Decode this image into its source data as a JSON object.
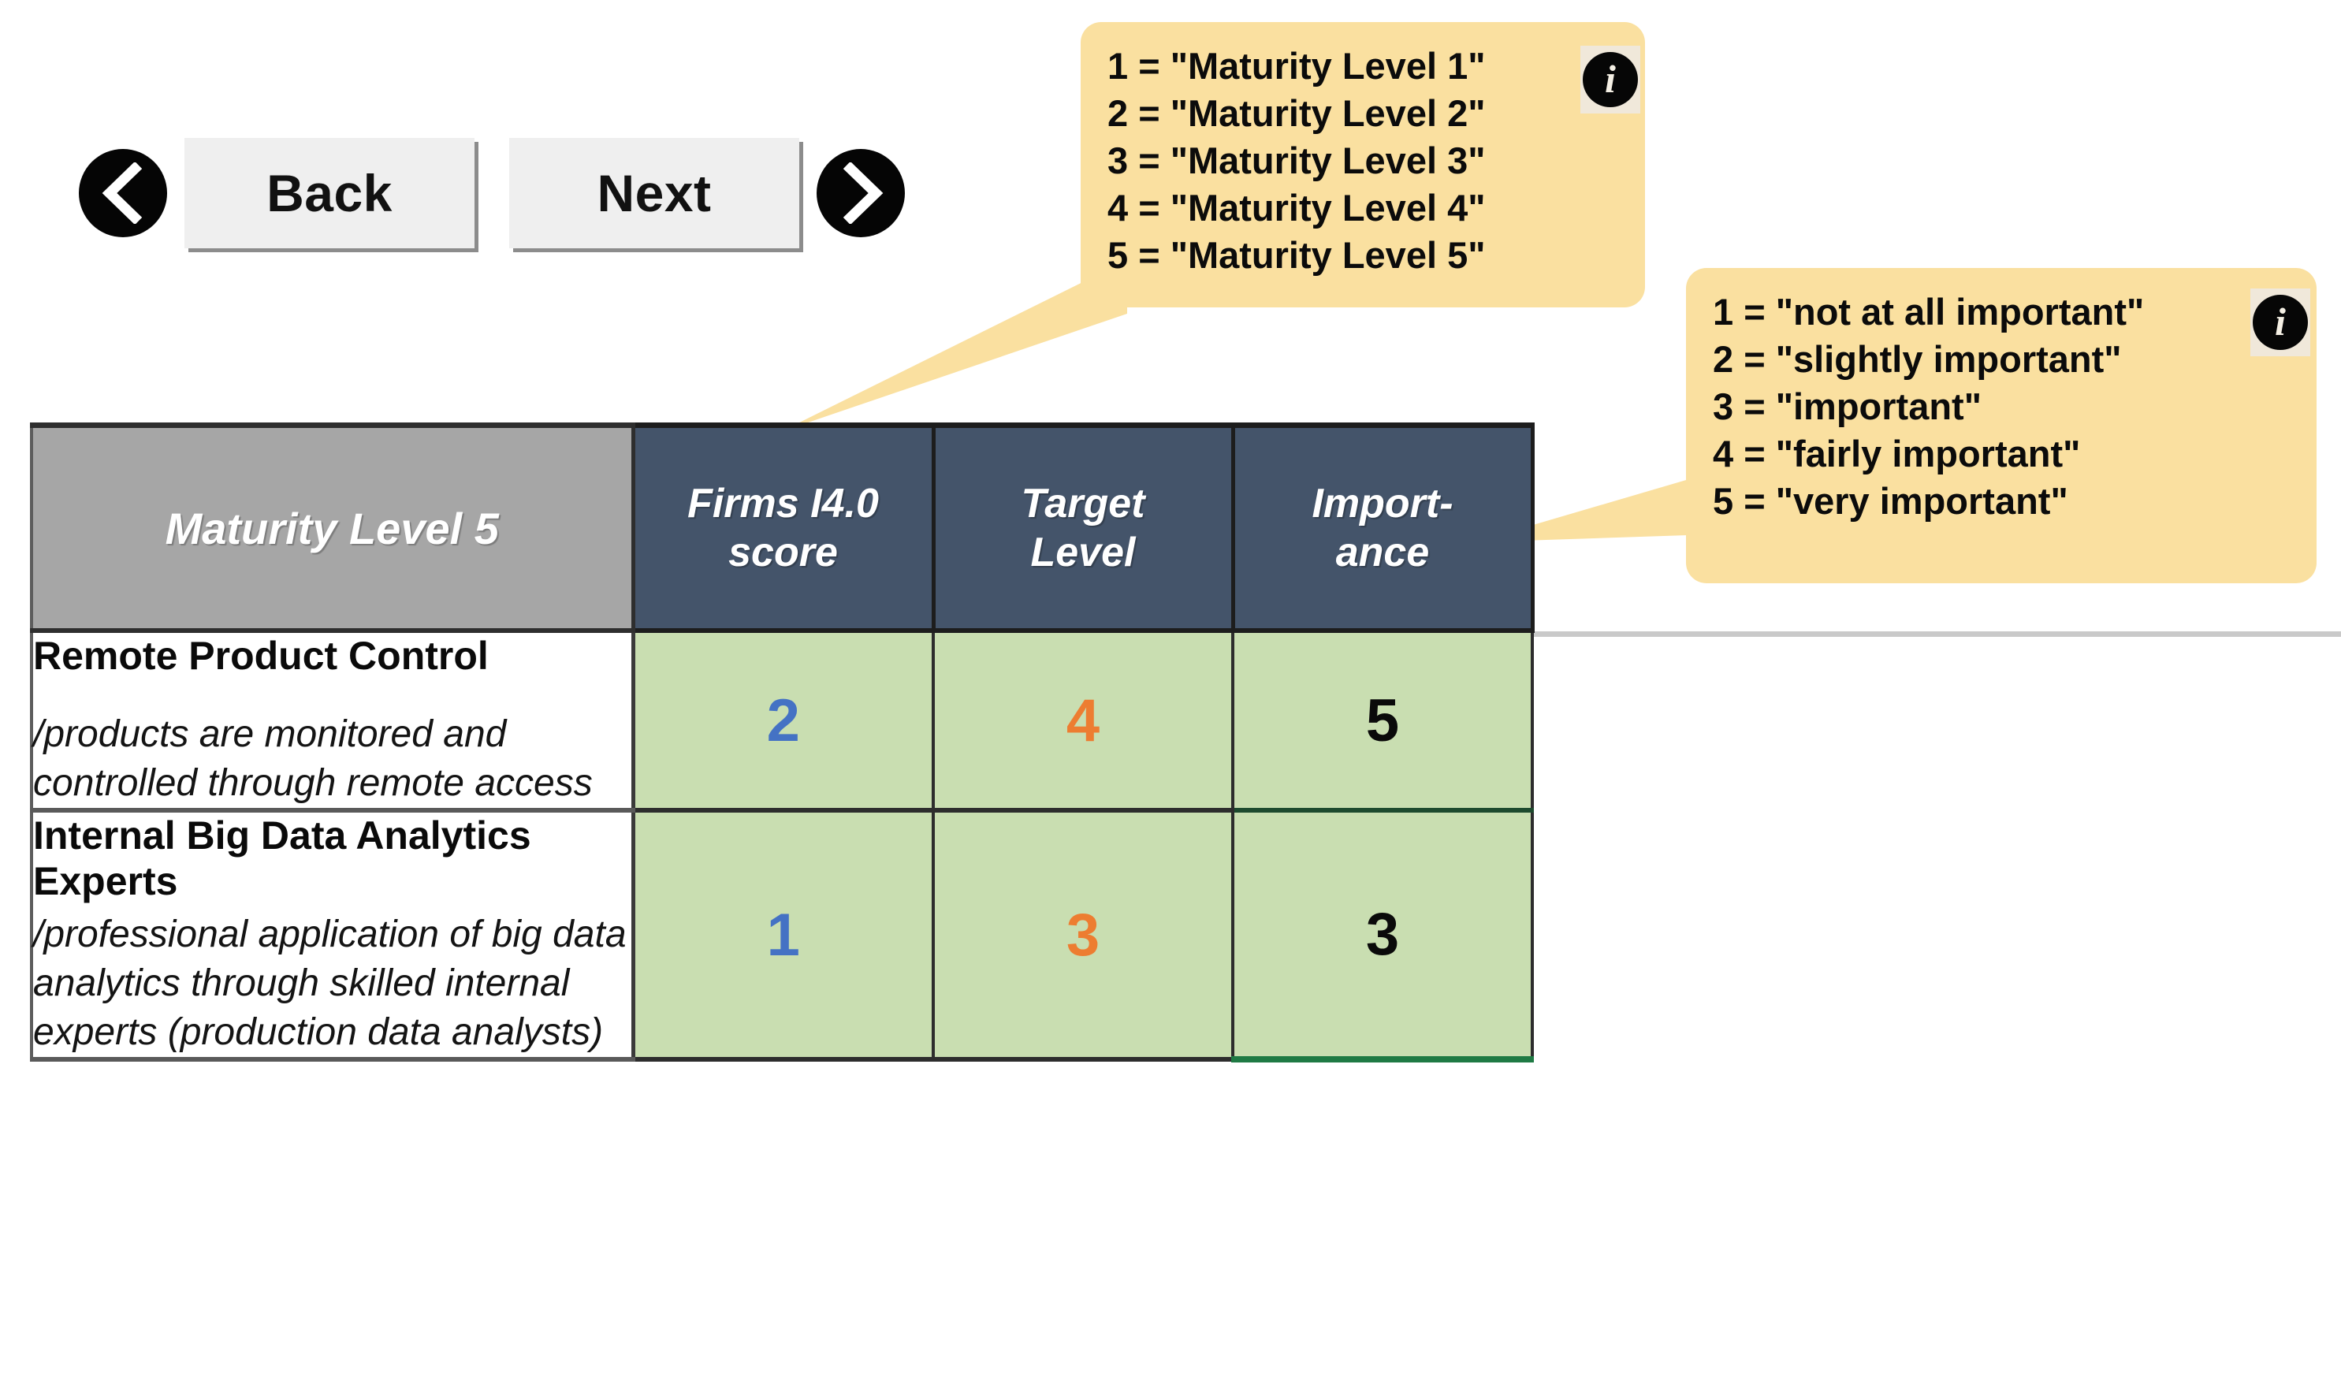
{
  "nav": {
    "back_label": "Back",
    "next_label": "Next",
    "prev_icon": "chevron-left-icon",
    "forward_icon": "chevron-right-icon"
  },
  "callouts": {
    "maturity": {
      "icon": "info-icon",
      "lines": [
        "1 = \"Maturity Level 1\"",
        "2 = \"Maturity Level 2\"",
        "3 = \"Maturity Level 3\"",
        "4 = \"Maturity Level 4\"",
        "5 = \"Maturity Level 5\""
      ]
    },
    "importance": {
      "icon": "info-icon",
      "lines": [
        "1 = \"not at all important\"",
        "2 = \"slightly important\"",
        "3 = \"important\"",
        "4 = \"fairly important\"",
        "5 = \"very important\""
      ]
    }
  },
  "table": {
    "headers": {
      "level": "Maturity Level 5",
      "score": "Firms I4.0 score",
      "score_l1": "Firms I4.0",
      "score_l2": "score",
      "target": "Target Level",
      "target_l1": "Target",
      "target_l2": "Level",
      "importance": "Import-ance",
      "importance_l1": "Import-",
      "importance_l2": "ance"
    },
    "rows": [
      {
        "title": "Remote Product Control",
        "desc": "/products are monitored and controlled through remote access",
        "score": "2",
        "target": "4",
        "importance": "5"
      },
      {
        "title": "Internal Big Data Analytics Experts",
        "desc": "/professional application of big data analytics through skilled internal experts (production data analysts)",
        "score": "1",
        "target": "3",
        "importance": "3"
      }
    ]
  },
  "colors": {
    "header_level_bg": "#a6a6a6",
    "header_col_bg": "#44546a",
    "value_cell_bg": "#c9deb1",
    "callout_bg": "#fae0a0",
    "score_color": "#4472c4",
    "target_color": "#ed7d31",
    "importance_color": "#0a0a0a"
  }
}
